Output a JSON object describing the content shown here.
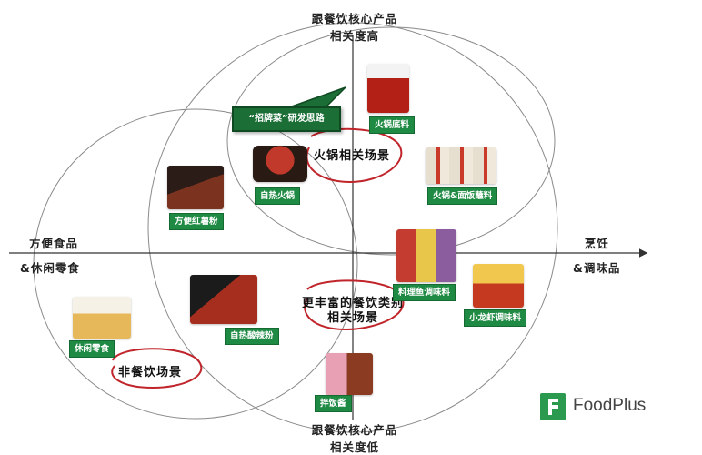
{
  "axes": {
    "top": [
      "跟餐饮核心产品",
      "相关度高"
    ],
    "bottom": [
      "跟餐饮核心产品",
      "相关度低"
    ],
    "left": [
      "方便食品",
      "&休闲零食"
    ],
    "right": [
      "烹饪",
      "&调味品"
    ]
  },
  "callout": "“招牌菜”研发思路",
  "scenes": {
    "hotpot": "火锅相关场景",
    "dining": [
      "更丰富的餐饮类别",
      "相关场景"
    ],
    "non_dining": "非餐饮场景"
  },
  "products": {
    "hotpot_base": "火锅底料",
    "hotpot_dipping": "火锅&面饭蘸料",
    "self_heating_hotpot": "自热火锅",
    "instant_noodle": "方便红薯粉",
    "fish_seasoning": "料理鱼调味料",
    "crayfish_seasoning": "小龙虾调味料",
    "self_heating_noodle": "自热酸辣粉",
    "snack": "休闲零食",
    "rice_sauce": "拌饭酱"
  },
  "brand": {
    "name": "FoodPlus",
    "color": "#2b9a4f"
  },
  "colors": {
    "tag_green": "#1f8a43",
    "ellipse_red": "#c0252b",
    "circle_gray": "#8a8a8a"
  }
}
